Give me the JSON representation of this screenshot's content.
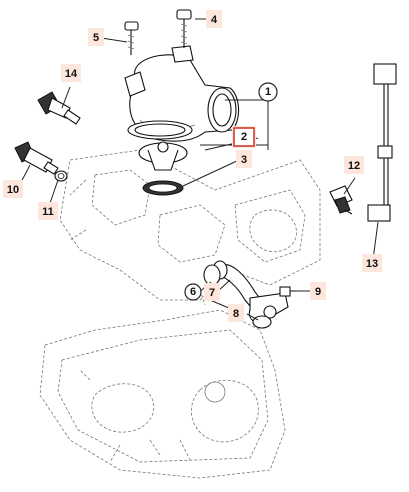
{
  "callouts": [
    {
      "id": "1",
      "label": "1"
    },
    {
      "id": "2",
      "label": "2"
    },
    {
      "id": "3",
      "label": "3"
    },
    {
      "id": "4",
      "label": "4"
    },
    {
      "id": "5",
      "label": "5"
    },
    {
      "id": "6",
      "label": "6"
    },
    {
      "id": "7",
      "label": "7"
    },
    {
      "id": "8",
      "label": "8"
    },
    {
      "id": "9",
      "label": "9"
    },
    {
      "id": "10",
      "label": "10"
    },
    {
      "id": "11",
      "label": "11"
    },
    {
      "id": "12",
      "label": "12"
    },
    {
      "id": "13",
      "label": "13"
    },
    {
      "id": "14",
      "label": "14"
    }
  ],
  "colors": {
    "callout_tag": "#fde7dc",
    "highlight": "#d23a2e",
    "line": "#111111",
    "ghost_line": "#777777"
  },
  "highlighted_callout": "2"
}
